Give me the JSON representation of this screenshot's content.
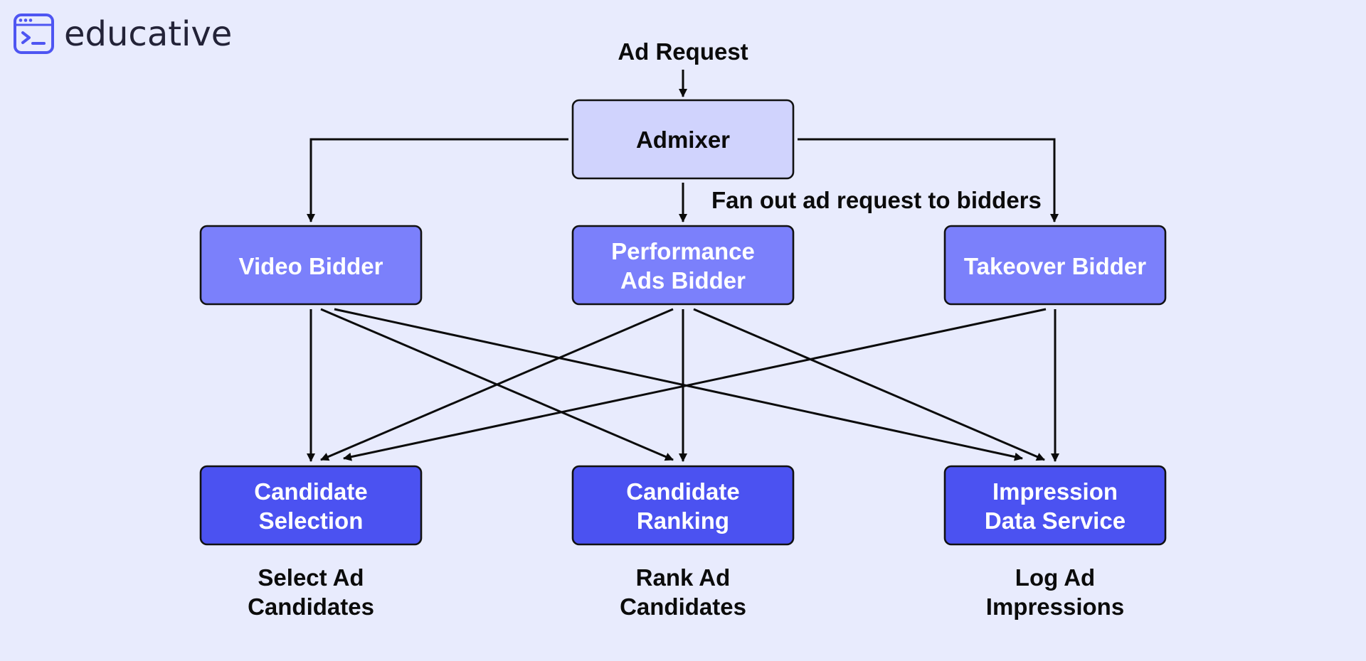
{
  "logo": {
    "text": "educative",
    "icon": "terminal-window-icon",
    "color": "#4e55f2"
  },
  "header": {
    "entry_label": "Ad Request"
  },
  "nodes": {
    "admixer": {
      "label": [
        "Admixer"
      ]
    },
    "video_bidder": {
      "label": [
        "Video Bidder"
      ]
    },
    "performance_bidder": {
      "label": [
        "Performance",
        "Ads Bidder"
      ]
    },
    "takeover_bidder": {
      "label": [
        "Takeover Bidder"
      ]
    },
    "candidate_selection": {
      "label": [
        "Candidate",
        "Selection"
      ]
    },
    "candidate_ranking": {
      "label": [
        "Candidate",
        "Ranking"
      ]
    },
    "impression_service": {
      "label": [
        "Impression",
        "Data Service"
      ]
    }
  },
  "annotations": {
    "fan_out": "Fan out ad request to bidders",
    "select": [
      "Select Ad",
      "Candidates"
    ],
    "rank": [
      "Rank Ad",
      "Candidates"
    ],
    "log": [
      "Log Ad",
      "Impressions"
    ]
  },
  "edges": [
    {
      "from": "ad_request",
      "to": "admixer"
    },
    {
      "from": "admixer",
      "to": "video_bidder"
    },
    {
      "from": "admixer",
      "to": "performance_bidder"
    },
    {
      "from": "admixer",
      "to": "takeover_bidder"
    },
    {
      "from": "video_bidder",
      "to": "candidate_selection"
    },
    {
      "from": "video_bidder",
      "to": "candidate_ranking"
    },
    {
      "from": "video_bidder",
      "to": "impression_service"
    },
    {
      "from": "performance_bidder",
      "to": "candidate_selection"
    },
    {
      "from": "performance_bidder",
      "to": "candidate_ranking"
    },
    {
      "from": "performance_bidder",
      "to": "impression_service"
    },
    {
      "from": "takeover_bidder",
      "to": "candidate_selection"
    },
    {
      "from": "takeover_bidder",
      "to": "impression_service"
    }
  ],
  "colors": {
    "background": "#e8ebfd",
    "admixer_fill": "#d0d3fd",
    "bidder_fill": "#7b80fb",
    "service_fill": "#4b52f1",
    "stroke": "#0b0b0b"
  }
}
